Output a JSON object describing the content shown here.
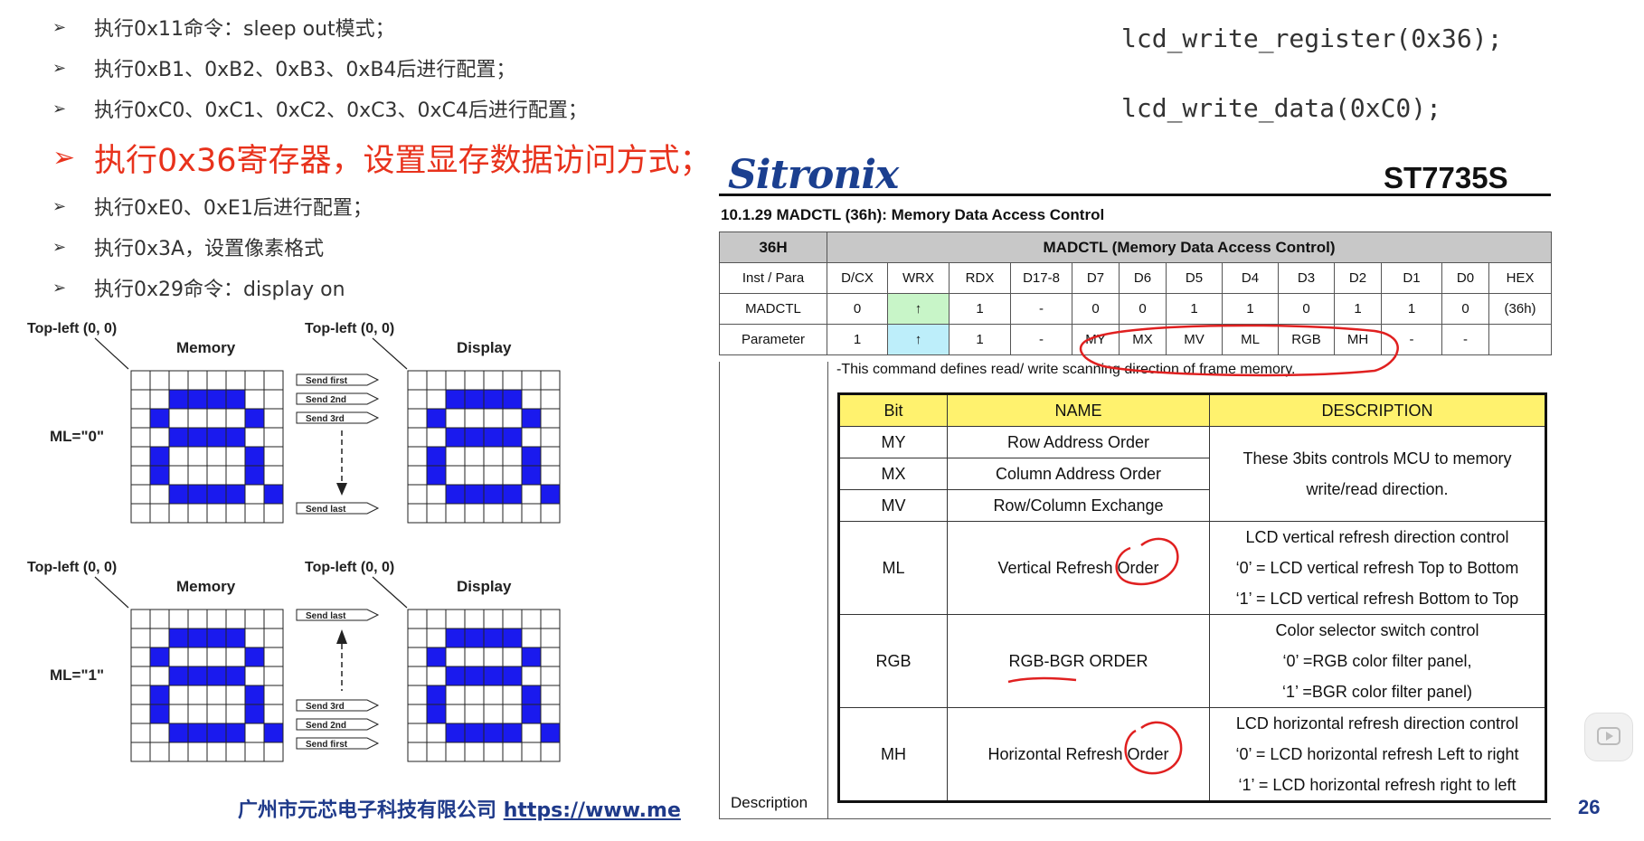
{
  "bullets": [
    "执行0x11命令：sleep out模式；",
    "执行0xB1、0xB2、0xB3、0xB4后进行配置；",
    "执行0xC0、0xC1、0xC2、0xC3、0xC4后进行配置；",
    "执行0x36寄存器，设置显存数据访问方式；",
    "执行0xE0、0xE1后进行配置；",
    "执行0x3A，设置像素格式",
    "执行0x29命令：display on"
  ],
  "code": [
    "lcd_write_register(0x36);",
    "lcd_write_data(0xC0);"
  ],
  "datasheet": {
    "brand": "Sitronix",
    "chip": "ST7735S",
    "section": "10.1.29 MADCTL (36h): Memory Data Access Control",
    "cmd": "36H",
    "cmd_name": "MADCTL (Memory Data Access Control)",
    "headers": [
      "Inst / Para",
      "D/CX",
      "WRX",
      "RDX",
      "D17-8",
      "D7",
      "D6",
      "D5",
      "D4",
      "D3",
      "D2",
      "D1",
      "D0",
      "HEX"
    ],
    "madctl_row": [
      "MADCTL",
      "0",
      "↑",
      "1",
      "-",
      "0",
      "0",
      "1",
      "1",
      "0",
      "1",
      "1",
      "0",
      "(36h)"
    ],
    "param_row": [
      "Parameter",
      "1",
      "↑",
      "1",
      "-",
      "MY",
      "MX",
      "MV",
      "ML",
      "RGB",
      "MH",
      "-",
      "-",
      ""
    ],
    "desc_text": "-This command defines read/ write scanning direction of frame memory.",
    "desc_label": "Description",
    "bits_header": [
      "Bit",
      "NAME",
      "DESCRIPTION"
    ],
    "bits": [
      {
        "bit": "MY",
        "name": "Row Address Order"
      },
      {
        "bit": "MX",
        "name": "Column Address Order"
      },
      {
        "bit": "MV",
        "name": "Row/Column Exchange"
      },
      {
        "bit": "ML",
        "name": "Vertical Refresh Order"
      },
      {
        "bit": "RGB",
        "name": "RGB-BGR ORDER"
      },
      {
        "bit": "MH",
        "name": "Horizontal Refresh Order"
      }
    ],
    "desc_mcu": [
      "These 3bits controls MCU to memory",
      "write/read direction."
    ],
    "desc_ml": [
      "LCD vertical refresh direction control",
      "‘0’ = LCD vertical refresh Top to Bottom",
      "‘1’ = LCD vertical refresh Bottom to Top"
    ],
    "desc_rgb": [
      "Color selector switch control",
      "‘0’ =RGB color filter panel,",
      "‘1’ =BGR color filter panel)"
    ],
    "desc_mh": [
      "LCD horizontal refresh direction control",
      "‘0’ = LCD horizontal refresh Left to right",
      "‘1’ = LCD horizontal refresh right to left"
    ]
  },
  "diagrams": {
    "topleft": "Top-left (0, 0)",
    "memory": "Memory",
    "display": "Display",
    "ml0": "ML=\"0\"",
    "ml1": "ML=\"1\"",
    "send_first": "Send first",
    "send_2nd": "Send 2nd",
    "send_3rd": "Send 3rd",
    "send_last": "Send last"
  },
  "footer": {
    "company": "广州市元芯电子科技有限公司",
    "url": "https://www.me"
  },
  "page_number": "26"
}
